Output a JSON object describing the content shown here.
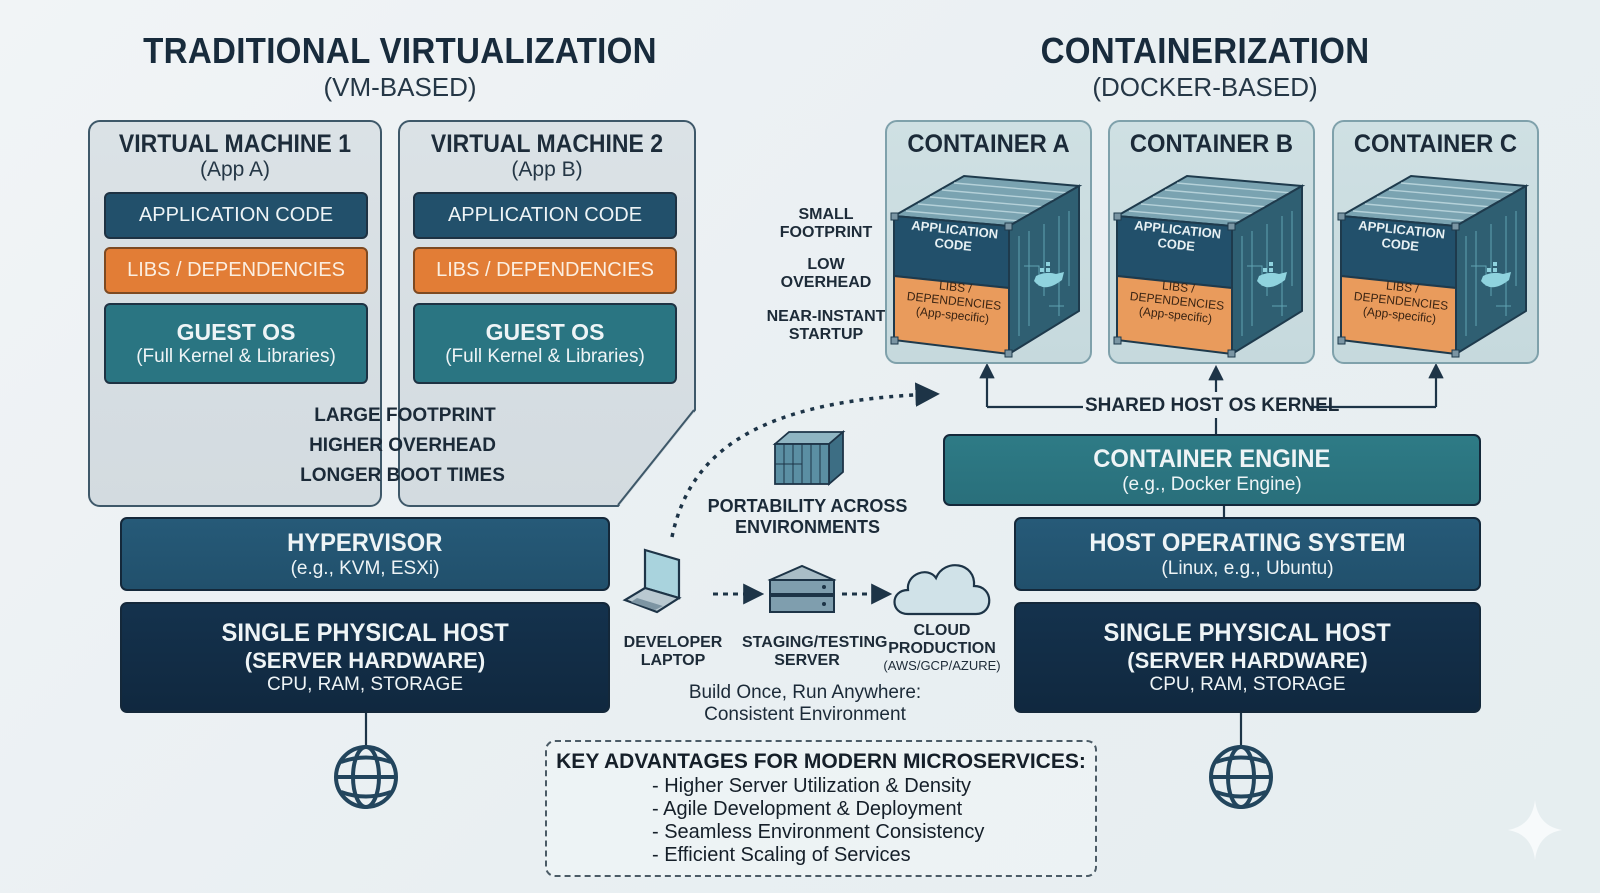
{
  "left": {
    "title": "TRADITIONAL VIRTUALIZATION",
    "subtitle": "(VM-BASED)",
    "vms": [
      {
        "title": "VIRTUAL MACHINE 1",
        "app": "(App A)",
        "layers": {
          "app": "APPLICATION CODE",
          "libs": "LIBS / DEPENDENCIES",
          "guest_title": "GUEST OS",
          "guest_sub": "(Full Kernel & Libraries)"
        }
      },
      {
        "title": "VIRTUAL MACHINE 2",
        "app": "(App B)",
        "layers": {
          "app": "APPLICATION CODE",
          "libs": "LIBS / DEPENDENCIES",
          "guest_title": "GUEST OS",
          "guest_sub": "(Full Kernel & Libraries)"
        }
      }
    ],
    "drawbacks": [
      "LARGE FOOTPRINT",
      "HIGHER OVERHEAD",
      "LONGER BOOT TIMES"
    ],
    "hypervisor": {
      "title": "HYPERVISOR",
      "sub": "(e.g., KVM, ESXi)"
    },
    "physical": {
      "title": "SINGLE PHYSICAL HOST",
      "sub1": "(SERVER HARDWARE)",
      "sub2": "CPU, RAM, STORAGE"
    }
  },
  "right": {
    "title": "CONTAINERIZATION",
    "subtitle": "(DOCKER-BASED)",
    "benefits": [
      "SMALL FOOTPRINT",
      "LOW OVERHEAD",
      "NEAR-INSTANT STARTUP"
    ],
    "containers": [
      {
        "title": "CONTAINER A",
        "app": "APPLICATION CODE",
        "libs": "LIBS / DEPENDENCIES",
        "libs_sub": "(App-specific)"
      },
      {
        "title": "CONTAINER B",
        "app": "APPLICATION CODE",
        "libs": "LIBS / DEPENDENCIES",
        "libs_sub": "(App-specific)"
      },
      {
        "title": "CONTAINER C",
        "app": "APPLICATION CODE",
        "libs": "LIBS / DEPENDENCIES",
        "libs_sub": "(App-specific)"
      }
    ],
    "kernel_label": "SHARED HOST OS KERNEL",
    "engine": {
      "title": "CONTAINER ENGINE",
      "sub": "(e.g., Docker Engine)"
    },
    "host_os": {
      "title": "HOST OPERATING SYSTEM",
      "sub": "(Linux, e.g., Ubuntu)"
    },
    "physical": {
      "title": "SINGLE PHYSICAL HOST",
      "sub1": "(SERVER HARDWARE)",
      "sub2": "CPU, RAM, STORAGE"
    }
  },
  "middle": {
    "portability": "PORTABILITY ACROSS ENVIRONMENTS",
    "pipeline": [
      {
        "icon": "laptop-icon",
        "label": "DEVELOPER LAPTOP"
      },
      {
        "icon": "server-icon",
        "label": "STAGING/TESTING SERVER"
      },
      {
        "icon": "cloud-icon",
        "label": "CLOUD PRODUCTION",
        "sub": "(AWS/GCP/AZURE)"
      }
    ],
    "tagline1": "Build Once, Run Anywhere:",
    "tagline2": "Consistent Environment"
  },
  "advantages": {
    "title": "KEY ADVANTAGES FOR MODERN MICROSERVICES:",
    "items": [
      "- Higher Server Utilization & Density",
      "- Agile Development & Deployment",
      "- Seamless Environment Consistency",
      "- Efficient Scaling of Services"
    ]
  },
  "colors": {
    "navy": "#14324d",
    "steel_blue": "#22506b",
    "teal": "#2a7582",
    "orange": "#e27d36",
    "background": "#eef2f4"
  }
}
